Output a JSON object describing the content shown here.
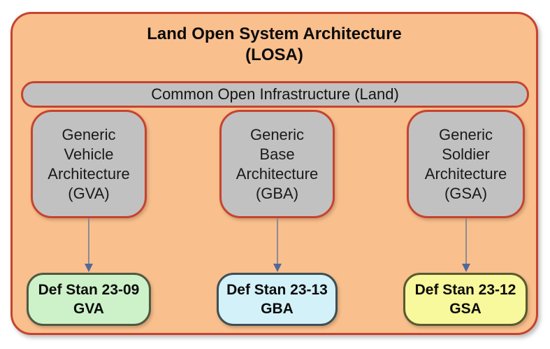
{
  "diagram": {
    "title": {
      "line1": "Land Open System Architecture",
      "line2": "(LOSA)"
    },
    "infrastructure": {
      "label": "Common Open Infrastructure (Land)"
    },
    "architectures": [
      {
        "id": "GVA",
        "lines": [
          "Generic",
          "Vehicle",
          "Architecture",
          "(GVA)"
        ]
      },
      {
        "id": "GBA",
        "lines": [
          "Generic",
          "Base",
          "Architecture",
          "(GBA)"
        ]
      },
      {
        "id": "GSA",
        "lines": [
          "Generic",
          "Soldier",
          "Architecture",
          "(GSA)"
        ]
      }
    ],
    "standards": [
      {
        "line1": "Def Stan 23-09",
        "line2": "GVA",
        "fill": "#CDF2C9",
        "border": "#4E5A41"
      },
      {
        "line1": "Def Stan 23-13",
        "line2": "GBA",
        "fill": "#D3F1F8",
        "border": "#3E4F53"
      },
      {
        "line1": "Def Stan 23-12",
        "line2": "GSA",
        "fill": "#F8F89C",
        "border": "#585A30"
      }
    ],
    "colors": {
      "page_background": "#FFFFFF",
      "outer_fill": "#F9BF8D",
      "outer_border": "#C7432F",
      "panel_fill": "#C2C1C1",
      "panel_border": "#C7432F",
      "arrow_line": "#8B8B96",
      "arrow_head": "#52689B",
      "text": "#0B0B0B"
    }
  }
}
